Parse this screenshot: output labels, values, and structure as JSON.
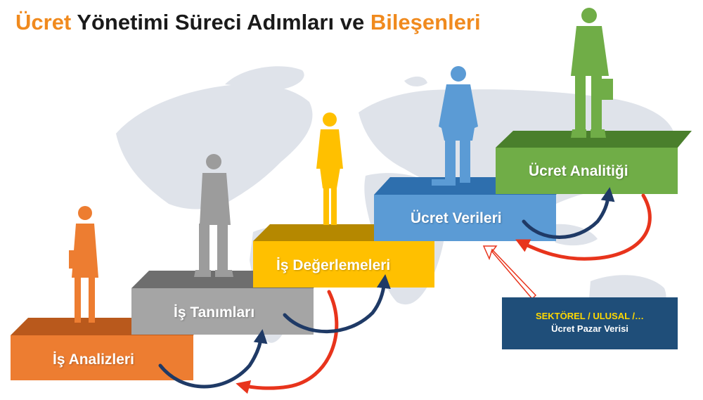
{
  "title": {
    "part1": "Ücret",
    "part2": " Yönetimi Süreci Adımları ve ",
    "part3": "Bileşenleri"
  },
  "steps": [
    {
      "label": "İş Analizleri",
      "color": "#ed7d31"
    },
    {
      "label": "İş Tanımları",
      "color": "#a5a5a5"
    },
    {
      "label": "İş Değerlemeleri",
      "color": "#ffc000"
    },
    {
      "label": "Ücret Verileri",
      "color": "#5b9bd5"
    },
    {
      "label": "Ücret Analitiği",
      "color": "#70ad47"
    }
  ],
  "source_box": {
    "line1": "SEKTÖREL  / ULUSAL /…",
    "line2": "Ücret Pazar Verisi",
    "color": "#1f4e79"
  },
  "colors": {
    "accent": "#f08a1e",
    "arrow_blue": "#1f3a66",
    "arrow_red": "#e8341c",
    "map": "#dfe3ea"
  }
}
